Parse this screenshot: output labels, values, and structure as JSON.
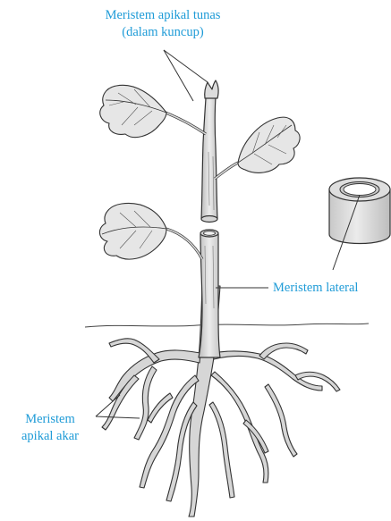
{
  "labels": {
    "shoot_apical_line1": "Meristem apikal tunas",
    "shoot_apical_line2": "(dalam kuncup)",
    "lateral": "Meristem lateral",
    "root_apical_line1": "Meristem",
    "root_apical_line2": "apikal akar"
  },
  "colors": {
    "label_text": "#1e9bd7",
    "outline": "#333333",
    "plant_fill": "#d9d9d9",
    "leaf_fill": "#e6e6e6",
    "cylinder_fill": "#d4d4d4"
  }
}
